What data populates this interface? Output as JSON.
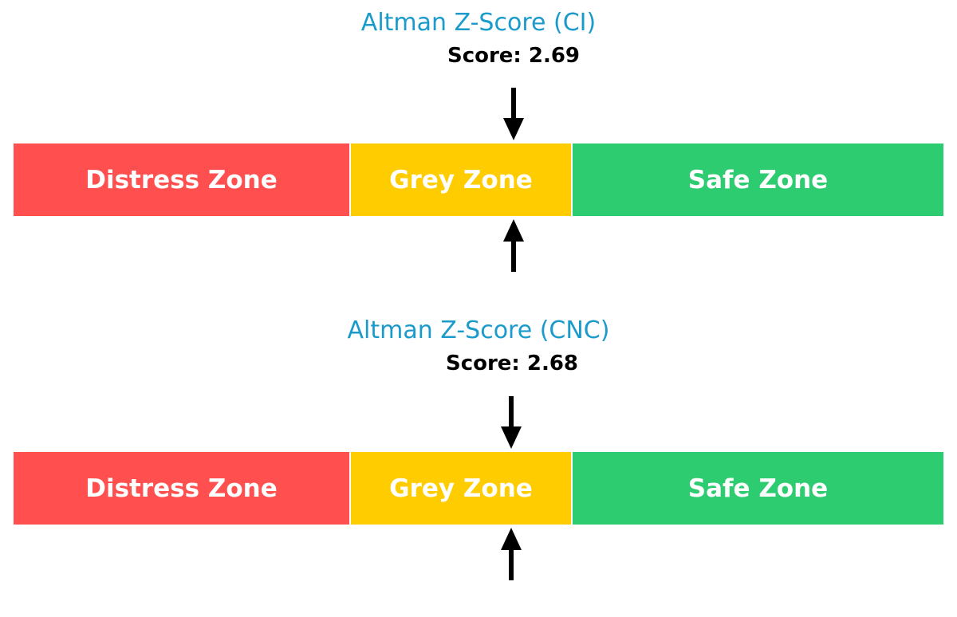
{
  "chart_data": [
    {
      "type": "gauge",
      "title": "Altman Z-Score (CI)",
      "score_label": "Score: 2.69",
      "score": 2.69,
      "scale_range": [
        0,
        5
      ],
      "zones": [
        {
          "label": "Distress Zone",
          "from": 0,
          "to": 1.8,
          "color": "#FF4F4F"
        },
        {
          "label": "Grey Zone",
          "from": 1.8,
          "to": 3.0,
          "color": "#FFCC00"
        },
        {
          "label": "Safe Zone",
          "from": 3.0,
          "to": 5.0,
          "color": "#2ECC71"
        }
      ]
    },
    {
      "type": "gauge",
      "title": "Altman Z-Score (CNC)",
      "score_label": "Score: 2.68",
      "score": 2.68,
      "scale_range": [
        0,
        5
      ],
      "zones": [
        {
          "label": "Distress Zone",
          "from": 0,
          "to": 1.8,
          "color": "#FF4F4F"
        },
        {
          "label": "Grey Zone",
          "from": 1.8,
          "to": 3.0,
          "color": "#FFCC00"
        },
        {
          "label": "Safe Zone",
          "from": 3.0,
          "to": 5.0,
          "color": "#2ECC71"
        }
      ]
    }
  ],
  "colors": {
    "title": "#1A9BCB",
    "distress": "#FF4F4F",
    "grey": "#FFCC00",
    "safe": "#2ECC71",
    "arrow": "#000000"
  }
}
